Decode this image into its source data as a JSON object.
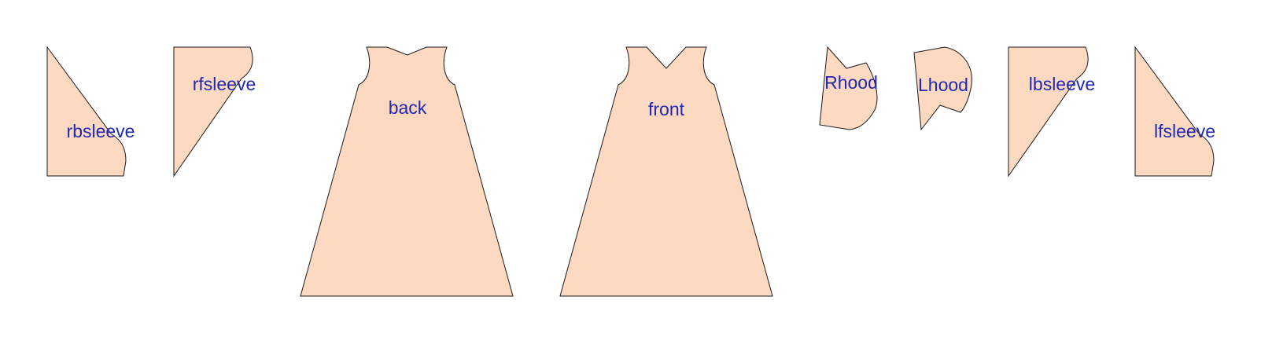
{
  "colors": {
    "piece_fill": "#fdd9c1",
    "piece_stroke": "#1a1a1a",
    "label_color": "#1f29b0",
    "background": "#ffffff"
  },
  "pieces": [
    {
      "key": "rbsleeve",
      "label": "rbsleeve"
    },
    {
      "key": "rfsleeve",
      "label": "rfsleeve"
    },
    {
      "key": "back",
      "label": "back"
    },
    {
      "key": "front",
      "label": "front"
    },
    {
      "key": "rhood",
      "label": "Rhood"
    },
    {
      "key": "lhood",
      "label": "Lhood"
    },
    {
      "key": "lbsleeve",
      "label": "lbsleeve"
    },
    {
      "key": "lfsleeve",
      "label": "lfsleeve"
    }
  ]
}
